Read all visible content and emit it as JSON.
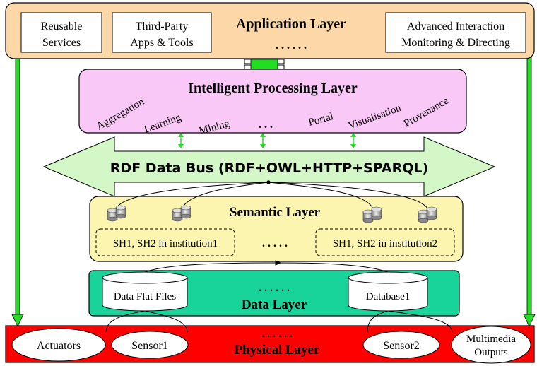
{
  "application_layer": {
    "title": "Application Layer",
    "items": [
      {
        "line1": "Reusable",
        "line2": "Services"
      },
      {
        "line1": "Third-Party",
        "line2": "Apps & Tools"
      },
      {
        "line1": "Advanced Interaction",
        "line2": "Monitoring & Directing"
      }
    ],
    "ellipsis": ". . . . . ."
  },
  "intelligent_processing_layer": {
    "title": "Intelligent Processing Layer",
    "items": [
      "Aggregation",
      "Learning",
      "Mining",
      ". . .",
      "Portal",
      "Visualisation",
      "Provenance"
    ]
  },
  "data_bus": {
    "label": "RDF Data Bus (RDF+OWL+HTTP+SPARQL)"
  },
  "semantic_layer": {
    "title": "Semantic Layer",
    "institution1": "SH1, SH2 in institution1",
    "institution2": "SH1, SH2 in institution2",
    "ellipsis": ". . . . ."
  },
  "data_layer": {
    "title": "Data Layer",
    "flat_files": "Data Flat Files",
    "database": "Database1",
    "ellipsis": ". . . . . ."
  },
  "physical_layer": {
    "title": "Physical Layer",
    "actuators": "Actuators",
    "sensor1": "Sensor1",
    "sensor2": "Sensor2",
    "multimedia_line1": "Multimedia",
    "multimedia_line2": "Outputs",
    "ellipsis": ". . . . . ."
  },
  "colors": {
    "application": "#fcd8a8",
    "intelligent": "#f9c8f7",
    "bus": "#d4f7c8",
    "semantic": "#fbf5b0",
    "data": "#19d49a",
    "physical": "#ff0000",
    "connector_green": "#22dd22"
  }
}
